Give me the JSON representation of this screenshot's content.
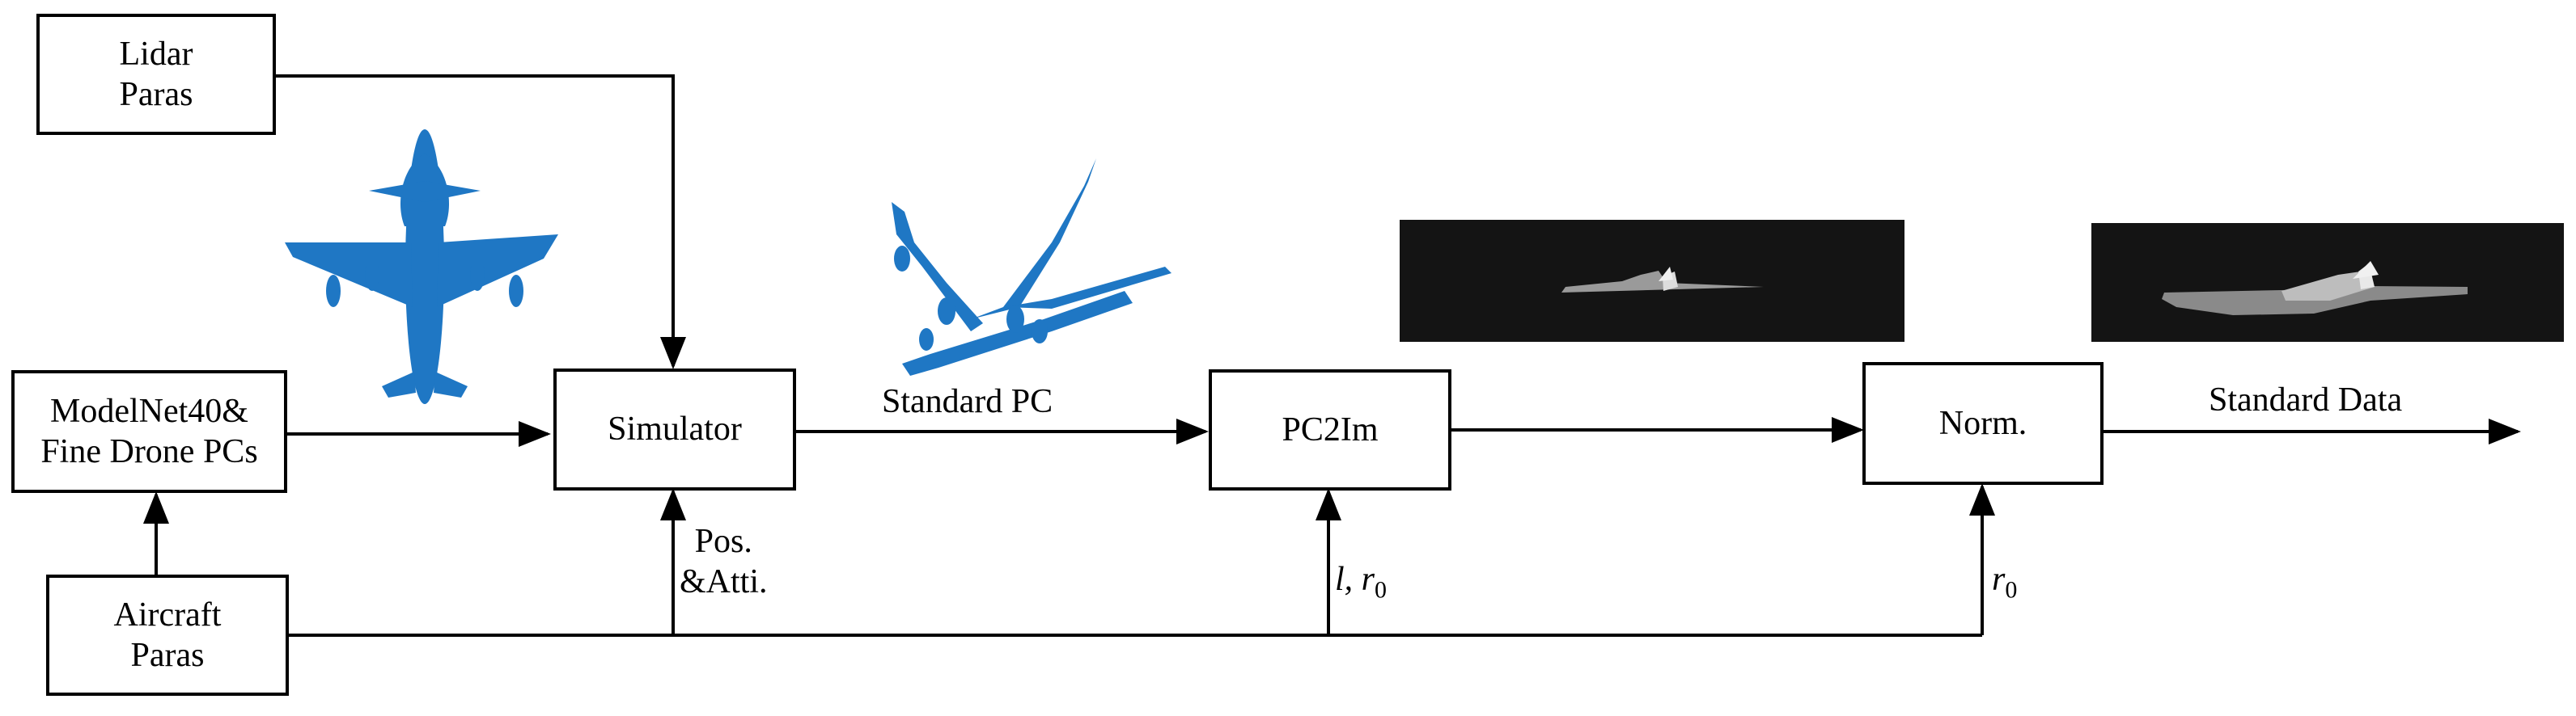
{
  "boxes": {
    "lidar_paras": "Lidar\nParas",
    "modelnet": "ModelNet40&\nFine Drone PCs",
    "aircraft_paras": "Aircraft\nParas",
    "simulator": "Simulator",
    "pc2im": "PC2Im",
    "norm": "Norm."
  },
  "edge_labels": {
    "standard_pc": "Standard PC",
    "standard_data": "Standard Data",
    "pos_atti": "Pos.\n&Atti.",
    "l_r0": "l, r0",
    "r0": "r0"
  },
  "colors": {
    "point_cloud": "#1f77c4",
    "range_background": "#141414",
    "line": "#000000"
  }
}
